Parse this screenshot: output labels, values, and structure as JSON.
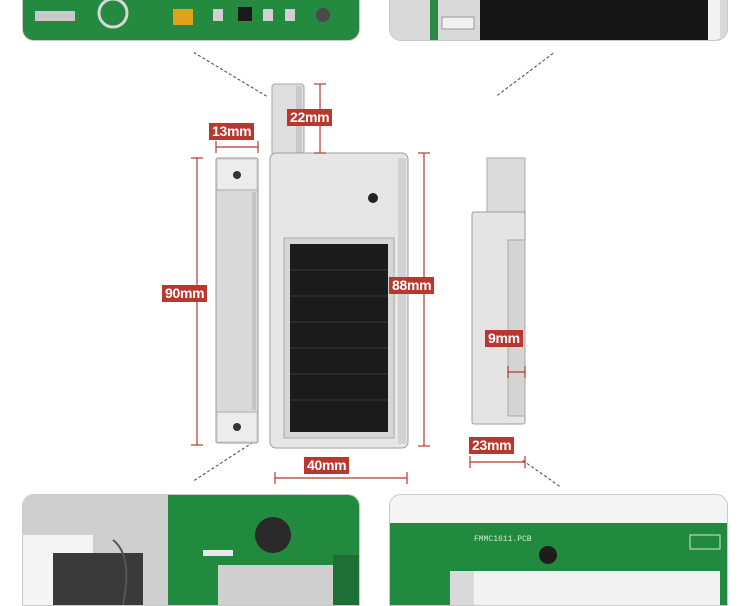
{
  "dimensions": {
    "antenna_height": "22mm",
    "magnet_width": "13mm",
    "magnet_height": "90mm",
    "sensor_height": "88mm",
    "sensor_width": "40mm",
    "side_step": "9mm",
    "side_depth": "23mm"
  },
  "pcb_marking": "FMMC1611.PCB",
  "colors": {
    "label_bg": "#b8382f",
    "label_text": "#ffffff",
    "case": "#e4e4e4",
    "pcb": "#2a8a44",
    "solar": "#1b1b1b"
  }
}
